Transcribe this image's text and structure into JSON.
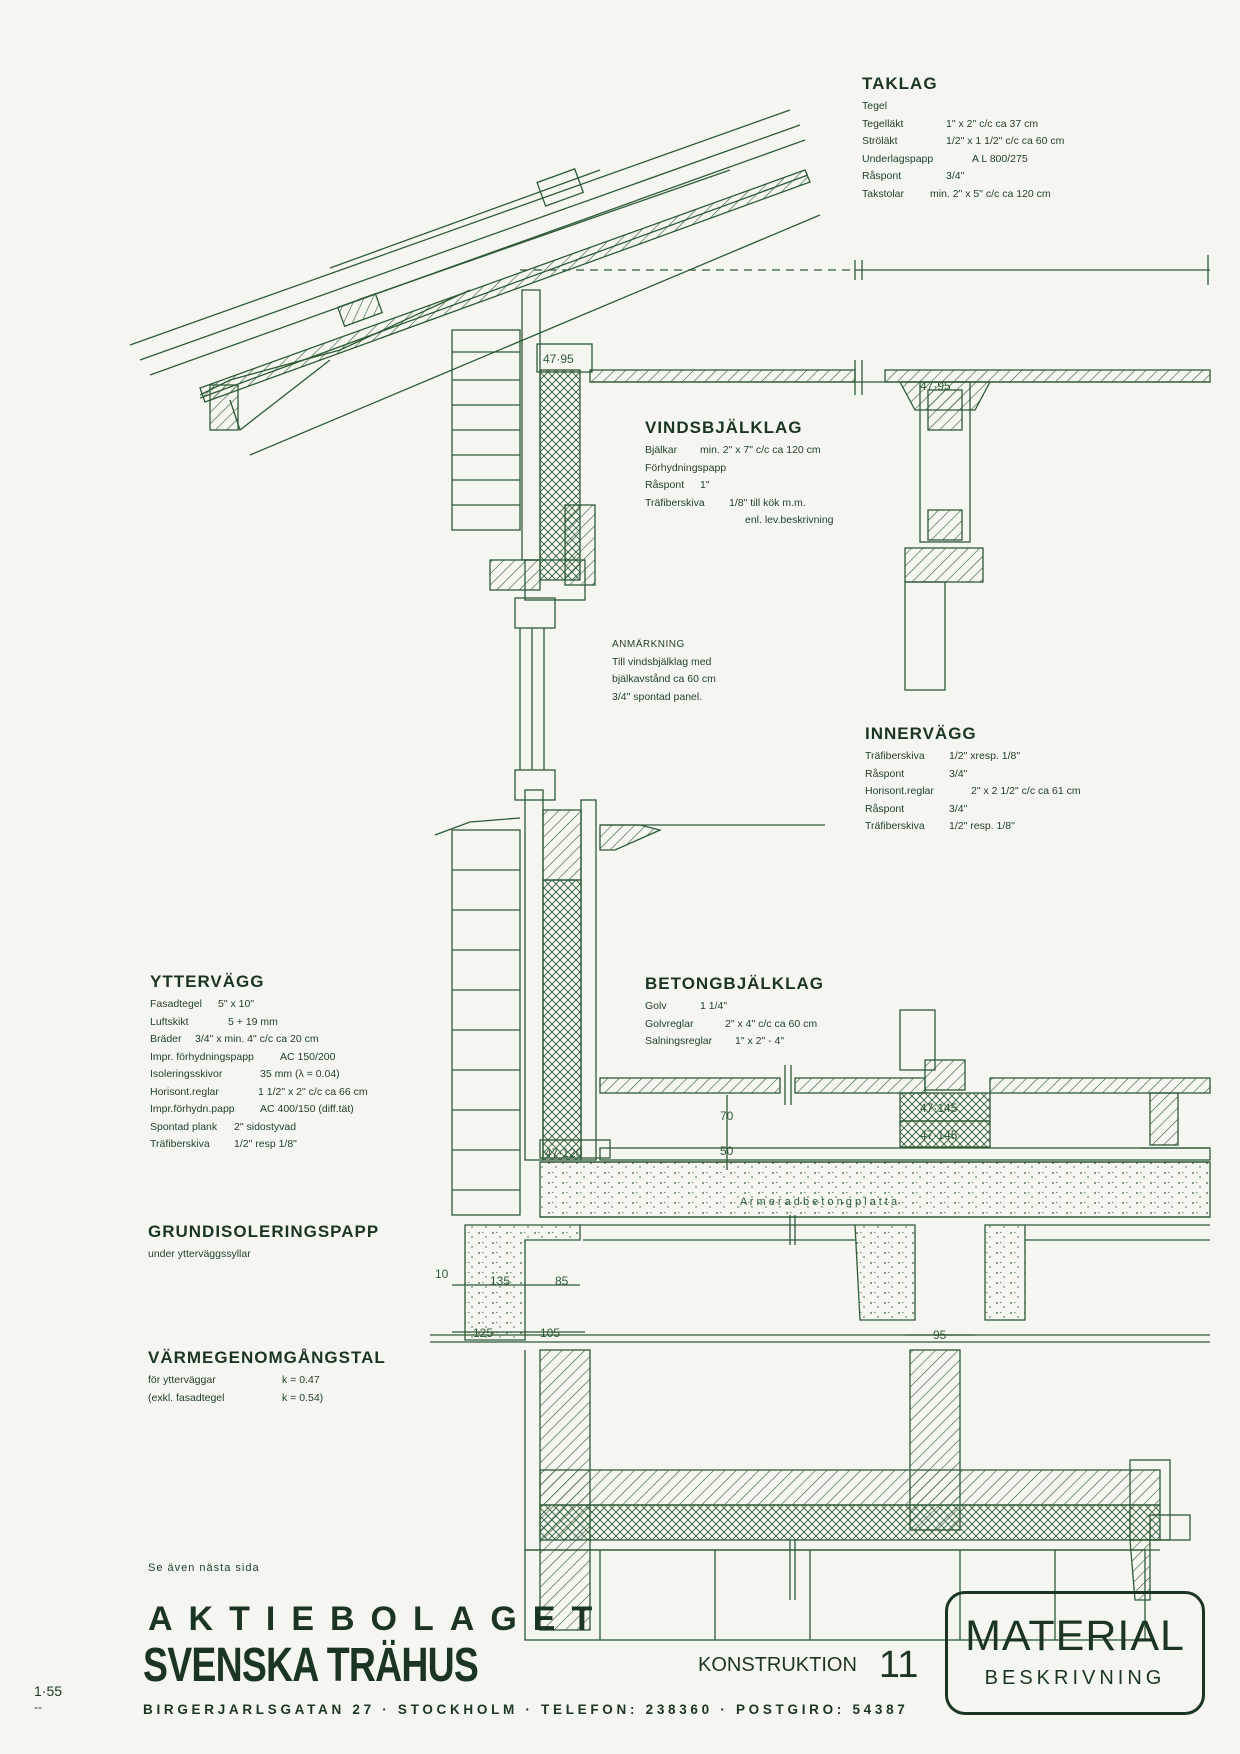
{
  "taklag": {
    "title": "TAKLAG",
    "rows": [
      [
        "Tegel",
        ""
      ],
      [
        "Tegelläkt",
        "1\" x 2\"  c/c ca 37 cm"
      ],
      [
        "Ströläkt",
        "1/2\" x 1 1/2\"  c/c  ca 60 cm"
      ],
      [
        "Underlagspapp",
        "A L 800/275"
      ],
      [
        "Råspont",
        "3/4\""
      ],
      [
        "Takstolar",
        "min.  2\" x 5\"  c/c  ca 120 cm"
      ]
    ]
  },
  "vindsbjalklag": {
    "title": "VINDSBJÄLKLAG",
    "rows": [
      [
        "Bjälkar",
        "min. 2\" x 7\"  c/c ca 120 cm"
      ],
      [
        "Förhydningspapp",
        ""
      ],
      [
        "Råspont",
        "1\""
      ],
      [
        "Träfiberskiva",
        "1/8\" till kök m.m."
      ],
      [
        "",
        "enl. lev.beskrivning"
      ]
    ]
  },
  "anmarkning": {
    "title": "ANMÄRKNING",
    "lines": [
      "Till vindsbjälklag med",
      "bjälkavstånd ca 60 cm",
      "3/4\" spontad panel."
    ]
  },
  "innervagg": {
    "title": "INNERVÄGG",
    "rows": [
      [
        "Träfiberskiva",
        "1/2\" xresp. 1/8\""
      ],
      [
        "Råspont",
        "3/4\""
      ],
      [
        "Horisont.reglar",
        "2\" x 2 1/2\"  c/c ca 61 cm"
      ],
      [
        "Råspont",
        "3/4\""
      ],
      [
        "Träfiberskiva",
        "1/2\"  resp.  1/8\""
      ]
    ]
  },
  "yttervagg": {
    "title": "YTTERVÄGG",
    "rows": [
      [
        "Fasadtegel",
        "5\" x 10\""
      ],
      [
        "Luftskikt",
        "5 + 19 mm"
      ],
      [
        "Bräder",
        "3/4\" x min. 4\" c/c ca 20 cm"
      ],
      [
        "Impr. förhydningspapp",
        "AC 150/200"
      ],
      [
        "Isoleringsskivor",
        "35 mm   (λ = 0.04)"
      ],
      [
        "Horisont.reglar",
        "1 1/2\" x 2\" c/c ca 66 cm"
      ],
      [
        "Impr.förhydn.papp",
        "AC 400/150 (diff.tät)"
      ],
      [
        "Spontad plank",
        "2\"  sidostyvad"
      ],
      [
        "Träfiberskiva",
        "1/2\"  resp  1/8\""
      ]
    ]
  },
  "betongbjalklag": {
    "title": "BETONGBJÄLKLAG",
    "rows": [
      [
        "Golv",
        "1 1/4\""
      ],
      [
        "Golvreglar",
        "2\" x 4\"  c/c ca 60 cm"
      ],
      [
        "Salningsreglar",
        "1\" x 2\" - 4\""
      ]
    ]
  },
  "grundisolering": {
    "title": "GRUNDISOLERINGSPAPP",
    "rows": [
      [
        "under  ytterväggssyllar",
        ""
      ]
    ]
  },
  "varme": {
    "title": "VÄRMEGENOMGÅNGSTAL",
    "rows": [
      [
        "för  ytterväggar",
        "k = 0.47"
      ],
      [
        "(exkl. fasadtegel",
        "k = 0.54)"
      ]
    ]
  },
  "drawing_labels": {
    "d1": "47·95",
    "d2": "47·95",
    "d3": "47·145",
    "d4": "47·145",
    "d5": "47·120",
    "d70": "70",
    "d50": "50",
    "d10": "10",
    "d135": "135",
    "d85": "85",
    "d125": "125",
    "d105": "105",
    "d95": "95",
    "slab": "A r m e r a d     b e t o n g p l a t t a"
  },
  "seaven": "Se även nästa sida",
  "footer": {
    "ab": "AKTIEBOLAGET",
    "company": "SVENSKA TRÄHUS",
    "address": "BIRGERJARLSGATAN 27 · STOCKHOLM · TELEFON: 238360 · POSTGIRO: 54387",
    "konstruktion": "KONSTRUKTION",
    "number": "11",
    "material": "MATERIAL",
    "beskrivning": "BESKRIVNING",
    "page": "1·55",
    "page_sub": "--"
  },
  "colors": {
    "ink": "#2e5a36",
    "dark": "#1c3522",
    "paper": "#f6f6f1"
  }
}
